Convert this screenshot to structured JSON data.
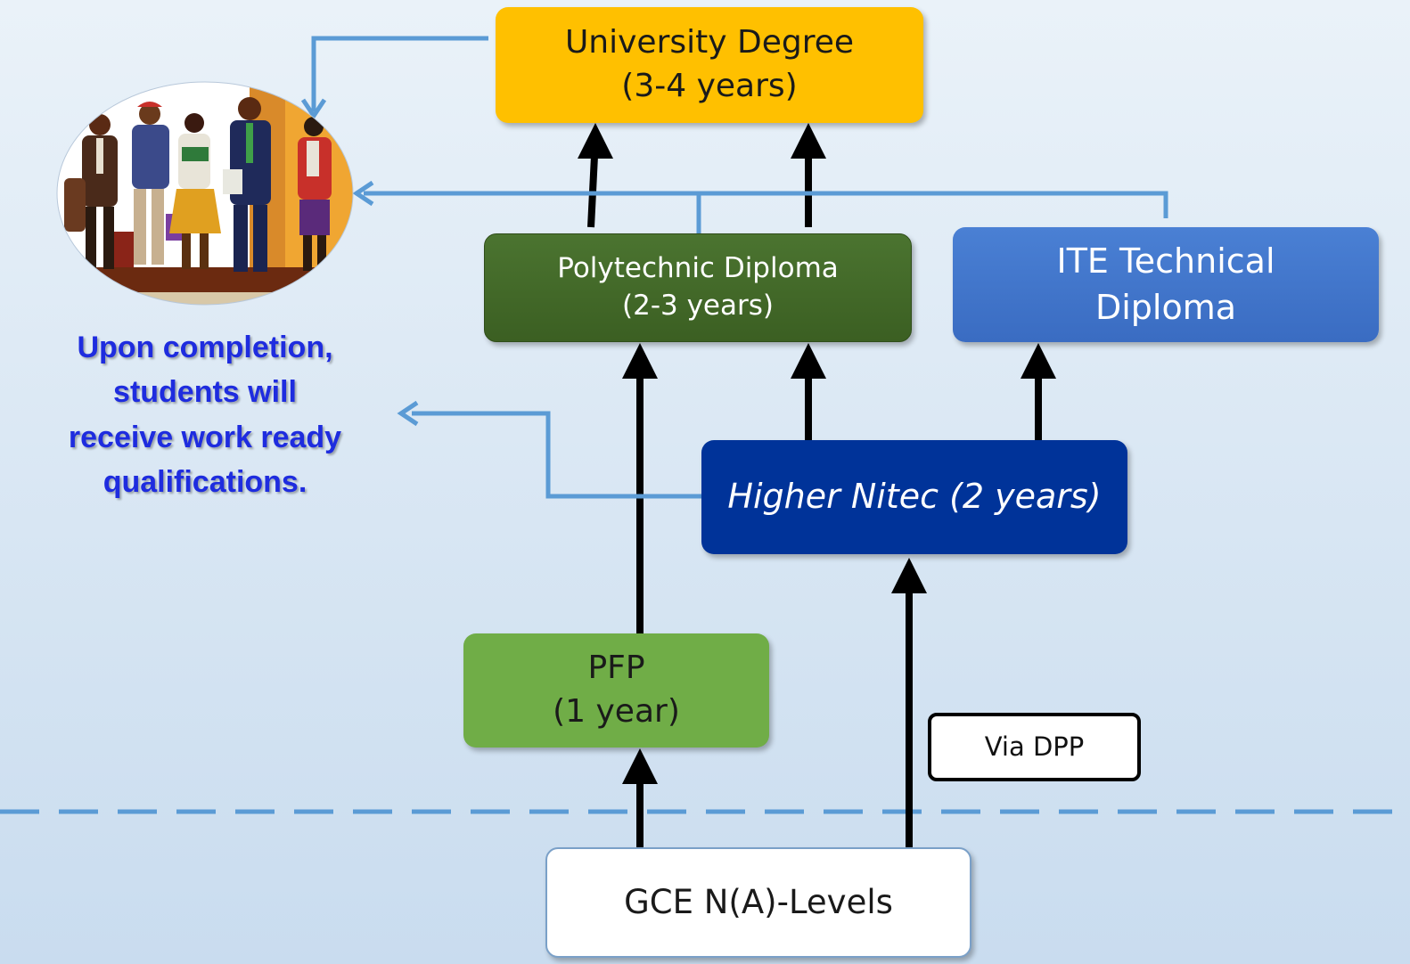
{
  "boxes": {
    "university": {
      "line1": "University Degree",
      "line2": "(3-4 years)"
    },
    "polytechnic": {
      "line1": "Polytechnic Diploma",
      "line2": "(2-3 years)"
    },
    "ite": {
      "line1": "ITE Technical",
      "line2": "Diploma"
    },
    "higher_nitec": {
      "line1": "Higher Nitec (2 years)"
    },
    "pfp": {
      "line1": "PFP",
      "line2": "(1 year)"
    },
    "gce": {
      "line1": "GCE N(A)-Levels"
    },
    "via_dpp": {
      "line1": "Via DPP"
    }
  },
  "caption": {
    "line1": "Upon completion,",
    "line2": "students will",
    "line3": "receive work ready",
    "line4": "qualifications."
  },
  "colors": {
    "university": "#ffc000",
    "polytechnic": "#3f6a27",
    "ite": "#4176cc",
    "higher_nitec": "#003399",
    "pfp": "#70ad47",
    "connector": "#5b9bd5",
    "caption": "#1e2cdf"
  },
  "illustration": {
    "icon": "workers-illustration"
  }
}
